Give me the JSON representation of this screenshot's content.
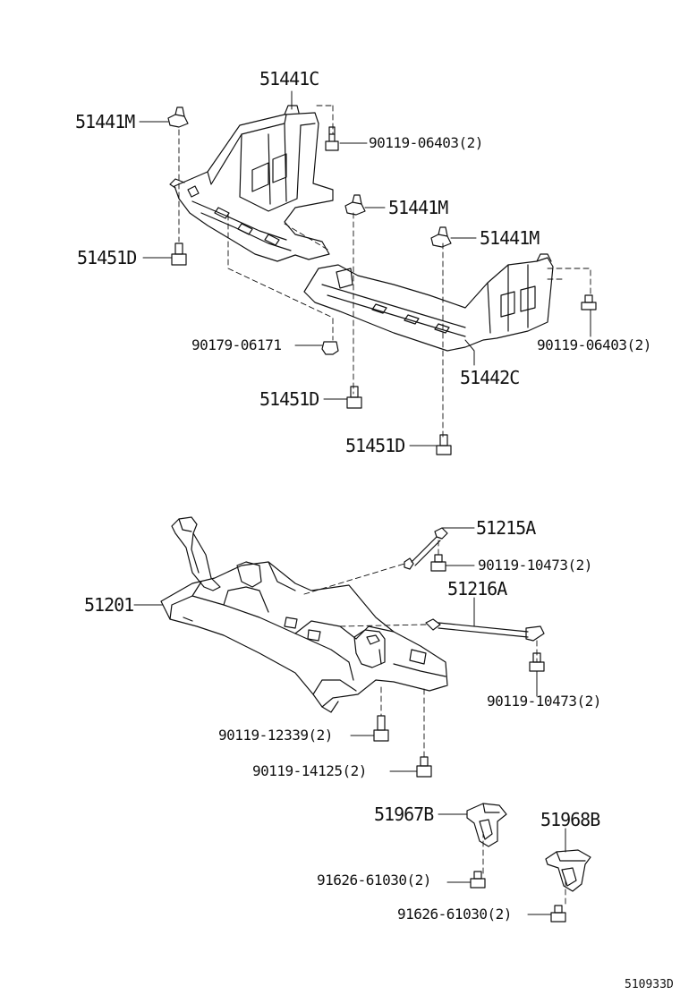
{
  "diagram_code": "510933D",
  "part_labels": {
    "p51441C": "51441C",
    "p51441M_a": "51441M",
    "p51441M_b": "51441M",
    "p51441M_c": "51441M",
    "p51451D_a": "51451D",
    "p51451D_b": "51451D",
    "p51451D_c": "51451D",
    "p90119_06403_a": "90119-06403(2)",
    "p90119_06403_b": "90119-06403(2)",
    "p90179_06171": "90179-06171",
    "p51442C": "51442C",
    "p51215A": "51215A",
    "p90119_10473_a": "90119-10473(2)",
    "p51216A": "51216A",
    "p51201": "51201",
    "p90119_10473_b": "90119-10473(2)",
    "p90119_12339": "90119-12339(2)",
    "p90119_14125": "90119-14125(2)",
    "p51967B": "51967B",
    "p51968B": "51968B",
    "p91626_61030_a": "91626-61030(2)",
    "p91626_61030_b": "91626-61030(2)"
  }
}
